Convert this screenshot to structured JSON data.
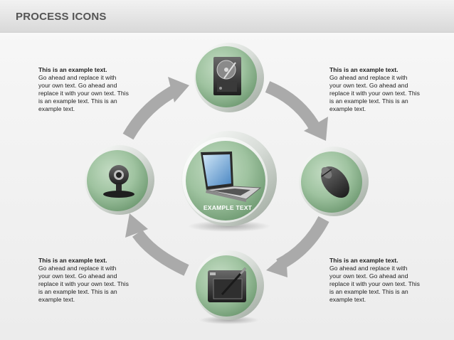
{
  "header": {
    "title": "PROCESS ICONS"
  },
  "blocks": {
    "top_left": {
      "heading": "This is an example text.",
      "body": "Go ahead and replace it with your own text. Go ahead and replace it with your own text. This is an example text. This is an example text."
    },
    "top_right": {
      "heading": "This is an example text.",
      "body": "Go ahead and replace it with your own text. Go ahead and replace it with your own text. This is an example text. This is an example text."
    },
    "bottom_left": {
      "heading": "This is an example text.",
      "body": "Go ahead and replace it with your own text. Go ahead and replace it with your own text. This is an example text. This is an example text."
    },
    "bottom_right": {
      "heading": "This is an example text.",
      "body": "Go ahead and replace it with your own text. Go ahead and replace it with your own text. This is an example text. This is an example text."
    }
  },
  "center": {
    "label": "EXAMPLE TEXT",
    "icon": "laptop-icon"
  },
  "nodes": {
    "top": "hard-drive-icon",
    "right": "mouse-icon",
    "bottom": "graphics-tablet-icon",
    "left": "webcam-icon"
  },
  "colors": {
    "circle_fill": "#9cbf9d",
    "circle_ring": "#d4ddd4",
    "arrow": "#a7a7a7",
    "title": "#555555"
  }
}
